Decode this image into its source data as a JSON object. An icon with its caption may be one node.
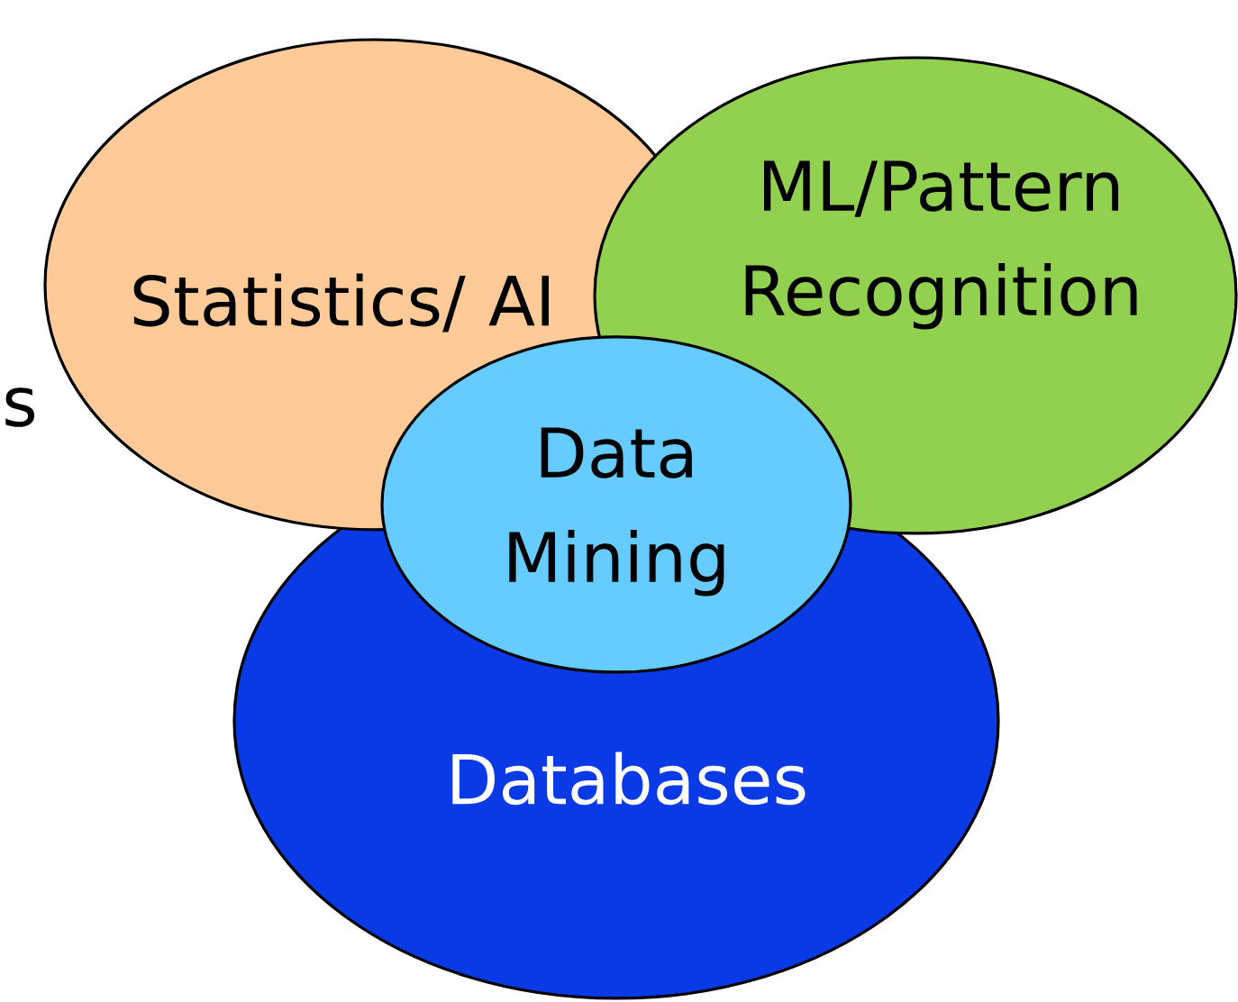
{
  "diagram": {
    "nodes": [
      {
        "text": [
          "Statistics/ AI"
        ]
      },
      {
        "text": [
          "ML/Pattern Recognition"
        ]
      },
      {
        "text": [
          "Data Mining"
        ]
      },
      {
        "text": [
          "Databases"
        ]
      }
    ],
    "labels": [
      "s"
    ]
  }
}
